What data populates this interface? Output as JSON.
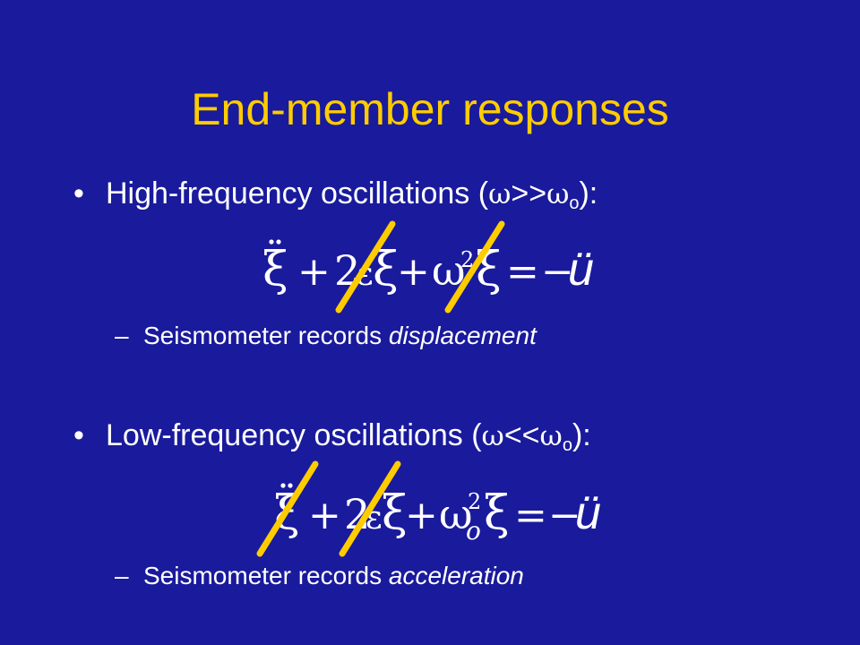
{
  "slide": {
    "title": "End-member responses",
    "high": {
      "bullet": "•",
      "text": "High-frequency oscillations (",
      "omega": "ω",
      "relation": ">>",
      "omega0": "ω",
      "sub": "o",
      "close": "):",
      "dash": "–",
      "note": "Seismometer  records ",
      "note_em": "displacement"
    },
    "low": {
      "bullet": "•",
      "text": "Low-frequency oscillations (",
      "omega": "ω",
      "relation": "<<",
      "omega0": "ω",
      "sub": "o",
      "close": "):",
      "dash": "–",
      "note": "Seismometer  records ",
      "note_em": "acceleration"
    },
    "eq1": {
      "xi": "ξ",
      "plus": "+",
      "two": "2",
      "eps": "ε",
      "omega": "ω",
      "sq": "2",
      "equals": "=",
      "minus": "−",
      "u": "ü"
    },
    "eq2": {
      "xi": "ξ",
      "plus": "+",
      "two": "2",
      "eps": "ε",
      "omega": "ω",
      "sq": "2",
      "o": "o",
      "equals": "=",
      "minus": "−",
      "u": "ü"
    },
    "colors": {
      "background": "#1a1a9c",
      "title": "#ffcc00",
      "text": "#ffffff",
      "strike": "#ffcc00"
    }
  }
}
